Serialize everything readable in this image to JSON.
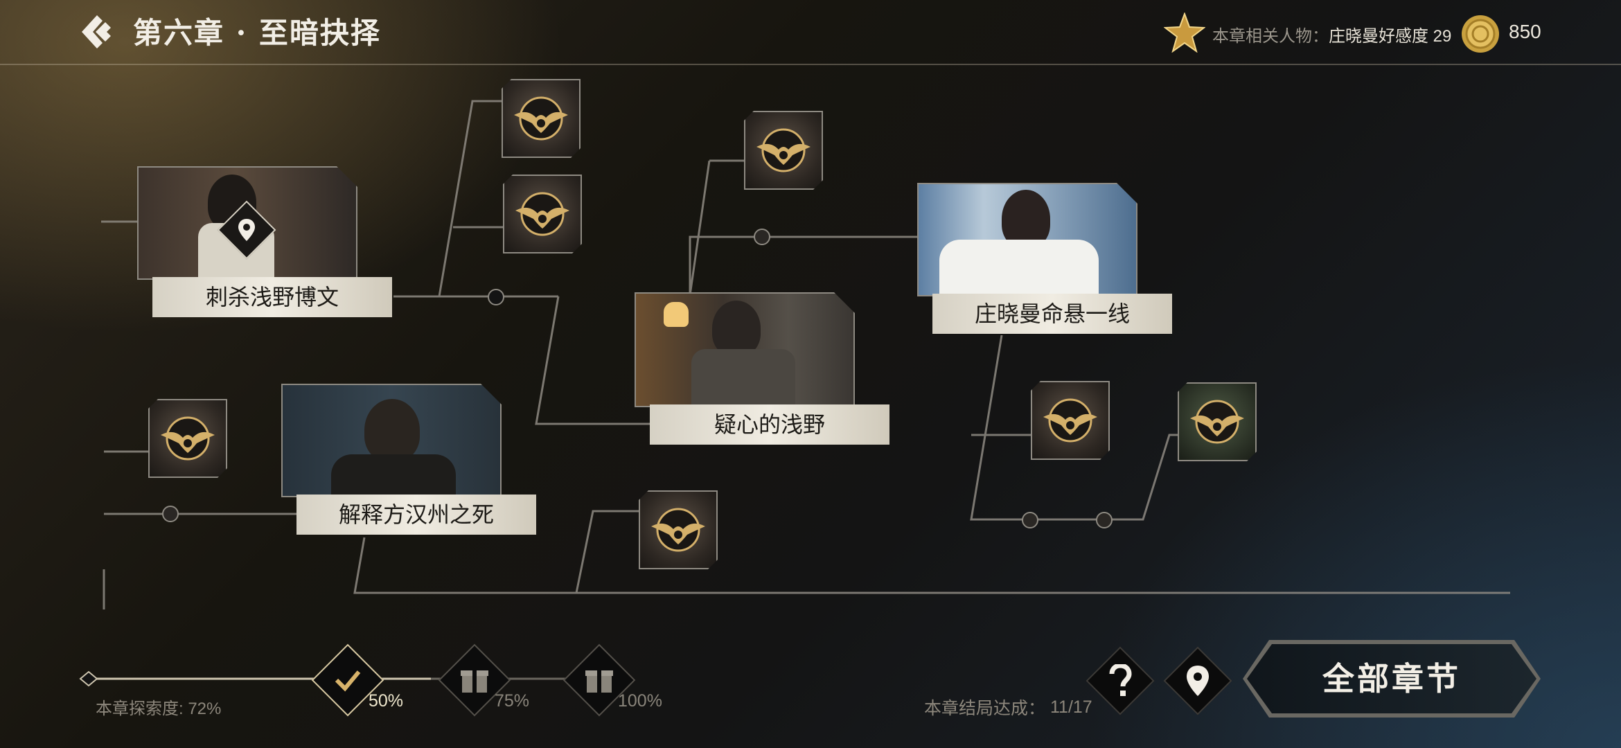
{
  "header": {
    "title": "第六章 · 至暗抉择",
    "relation_label": "本章相关人物：",
    "relation_value": "庄晓曼好感度 29",
    "coins": "850"
  },
  "story_nodes": [
    {
      "label": "刺杀浅野博文",
      "current": true
    },
    {
      "label": "疑心的浅野"
    },
    {
      "label": "庄晓曼命悬一线"
    },
    {
      "label": "解释方汉州之死"
    }
  ],
  "progress": {
    "label": "本章探索度: 72%",
    "value_percent": 72,
    "milestones": [
      "50%",
      "75%",
      "100%"
    ],
    "milestone_states": [
      "claimed",
      "locked",
      "locked"
    ]
  },
  "endings": {
    "label": "本章结局达成：",
    "count": "11/17"
  },
  "buttons": {
    "all_chapters": "全部章节"
  },
  "icons": {
    "back": "back-chevron-icon",
    "star": "star-icon",
    "coin": "coin-icon",
    "help": "question-mark-icon",
    "location": "location-pin-icon",
    "gift": "gift-icon",
    "check": "check-icon",
    "lock": "spider-emblem-icon"
  },
  "colors": {
    "accent_gold": "#d4b06a",
    "label_bg": "#ece7dc",
    "line": "#8e8a82"
  }
}
